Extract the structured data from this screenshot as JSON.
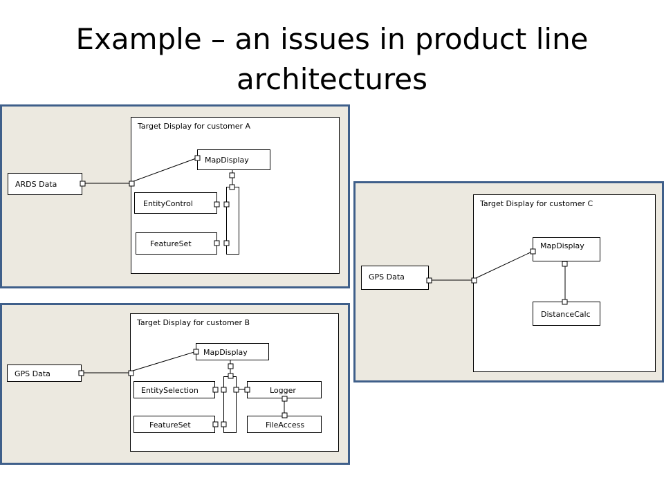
{
  "slide": {
    "title_line1": "Example – an issues in product line",
    "title_line2": "architectures"
  },
  "panel_a": {
    "frame_title": "Target Display for customer A",
    "input_label": "ARDS Data",
    "map_display": "MapDisplay",
    "entity_control": "EntityControl",
    "feature_set": "FeatureSet"
  },
  "panel_b": {
    "frame_title": "Target Display for customer B",
    "input_label": "GPS Data",
    "map_display": "MapDisplay",
    "entity_selection": "EntitySelection",
    "logger": "Logger",
    "feature_set": "FeatureSet",
    "file_access": "FileAccess"
  },
  "panel_c": {
    "frame_title": "Target Display for customer C",
    "input_label": "GPS Data",
    "map_display": "MapDisplay",
    "distance_calc": "DistanceCalc"
  },
  "colors": {
    "panel_fill": "#ece9e0",
    "panel_border": "#3f5f8a"
  }
}
